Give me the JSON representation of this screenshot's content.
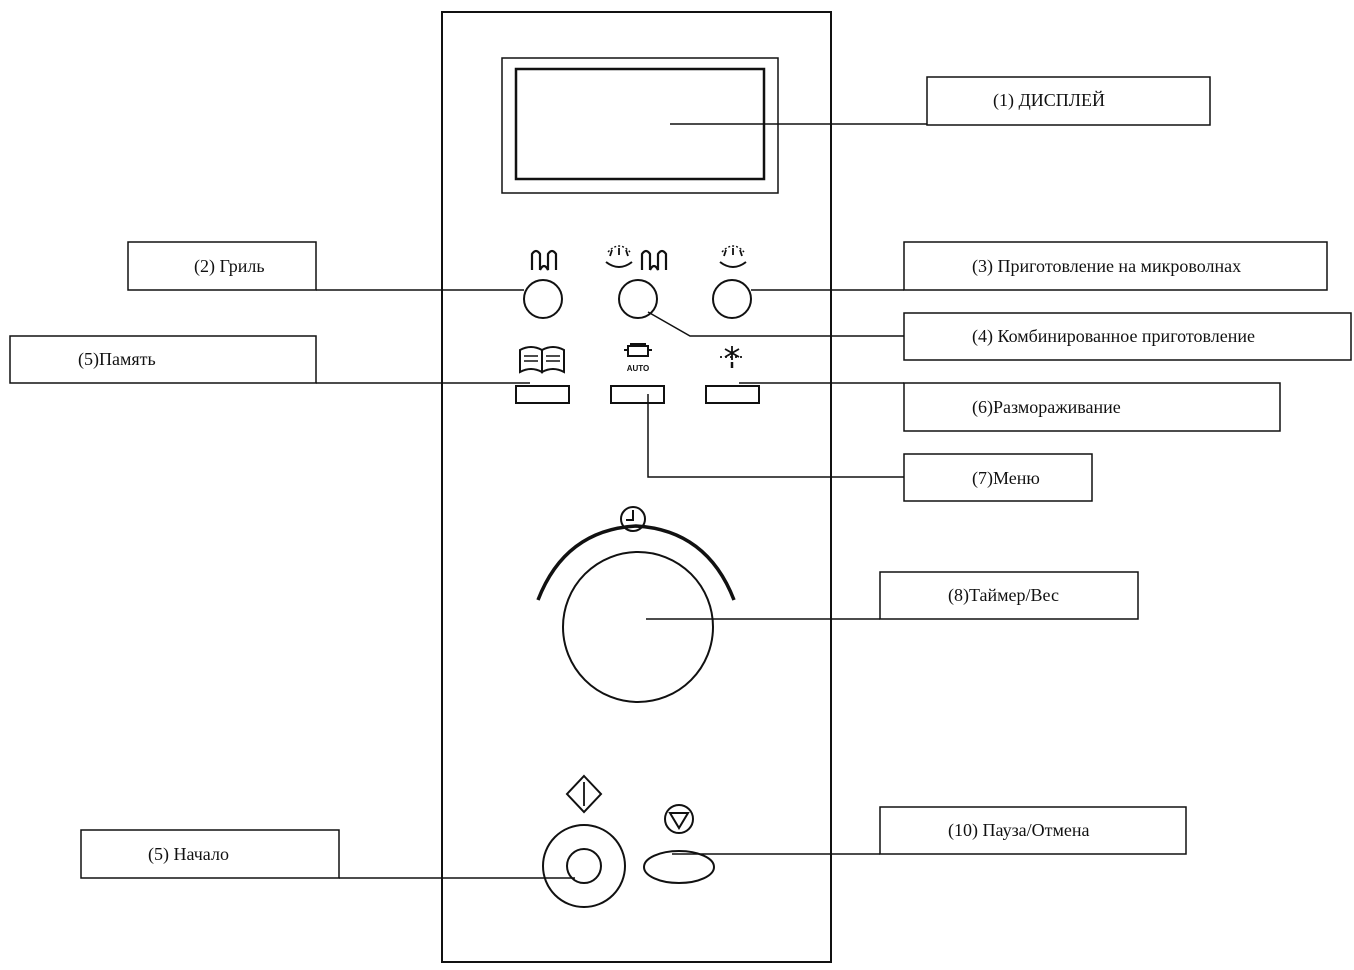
{
  "callouts": {
    "display": "(1)  ДИСПЛЕЙ",
    "grill": "(2)    Гриль",
    "microwave": "(3)     Приготовление на микроволнах",
    "combi": "(4)  Комбинированное приготовление",
    "memory": "(5)Память",
    "defrost": "(6)Размораживание",
    "menu": "(7)Меню",
    "timer_weight": "(8)Таймер/Вес",
    "start": "(5)  Начало",
    "pause_cancel": "(10) Пауза/Отмена"
  },
  "panel": {
    "auto_label": "AUTO"
  },
  "icons": {
    "grill": "grill-icon",
    "combi": "combi-icon",
    "microwave": "microwave-icon",
    "memory": "book-icon",
    "menu": "auto-pot-icon",
    "defrost": "snowflake-icon",
    "timer": "clock-icon",
    "start": "start-diamond-icon",
    "stop": "stop-triangle-icon"
  },
  "colors": {
    "line": "#111111",
    "background": "#ffffff"
  }
}
